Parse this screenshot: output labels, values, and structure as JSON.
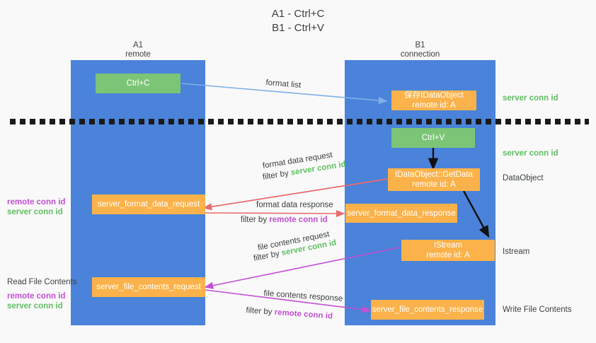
{
  "title": "A1 - Ctrl+C\nB1 - Ctrl+V",
  "colors": {
    "lane": "#4a83d9",
    "node_orange": "#fbb24a",
    "node_green": "#7cc576",
    "server_conn": "#5fbf62",
    "remote_conn": "#c24fd4",
    "arrow_blue": "#7fb0e8",
    "arrow_red": "#ea6c6c",
    "arrow_magenta": "#c24fd4",
    "arrow_black": "#111111",
    "background": "#f9f9f9"
  },
  "lanes": [
    {
      "id": "a1",
      "header": "A1\nremote"
    },
    {
      "id": "b1",
      "header": "B1\nconnection"
    }
  ],
  "nodes": {
    "ctrl_c": "Ctrl+C",
    "ctrl_v": "Ctrl+V",
    "idataobject": "保存IDataObject\nremote id: A",
    "getdata": "IDataObject::GetData\nremote id: A",
    "istream": "IStream\nremote id: A",
    "format_data_request": "server_format_data_request",
    "format_data_response": "server_format_data_response",
    "file_contents_request": "server_file_contents_request",
    "file_contents_response": "server_file_contents_response"
  },
  "right_labels": {
    "server_conn_id_1": "server conn id",
    "server_conn_id_2": "server conn id",
    "dataobject": "DataObject",
    "istream": "Istream",
    "write_file_contents": "Write File Contents"
  },
  "left_labels": {
    "remote_conn_id_1": "remote conn id",
    "server_conn_id_1": "server conn id",
    "read_file_contents": "Read File Contents",
    "remote_conn_id_2": "remote conn id",
    "server_conn_id_2": "server conn id"
  },
  "edges": {
    "format_list": "format list",
    "format_data_request": "format data request",
    "format_data_request_filter_prefix": "filter by ",
    "format_data_request_filter_value": "server conn id",
    "format_data_response": "format data response",
    "format_data_response_filter_prefix": "filter by ",
    "format_data_response_filter_value": "remote conn id",
    "file_contents_request": "file contents request",
    "file_contents_request_filter_prefix": "filter by ",
    "file_contents_request_filter_value": "server conn id",
    "file_contents_response": "file contents response",
    "file_contents_response_filter_prefix": "filter by ",
    "file_contents_response_filter_value": "remote conn id"
  }
}
